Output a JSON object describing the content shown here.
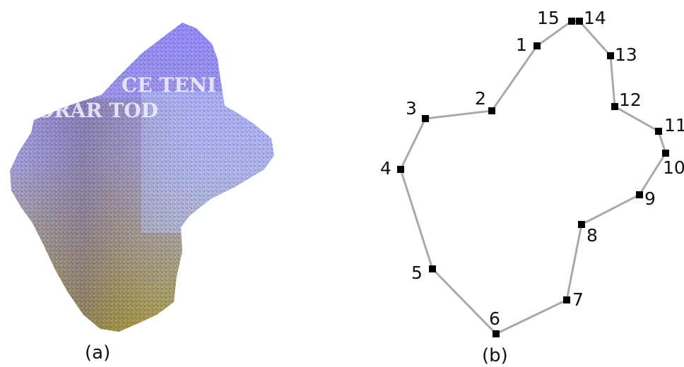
{
  "panel_a": {
    "caption": "(a)",
    "overlay_text_lines": [
      "CE TENI",
      "ORAR TOD"
    ],
    "colors": {
      "top": "#8f86ff",
      "middle": "#9f9bdc",
      "bottom": "#a89a36",
      "right_light": "#b7c4ff"
    }
  },
  "panel_b": {
    "caption": "(b)",
    "line_color": "#a9a9a9",
    "vertex_color": "#000000",
    "vertex_labels": [
      "1",
      "2",
      "3",
      "4",
      "5",
      "6",
      "7",
      "8",
      "9",
      "10",
      "11",
      "12",
      "13",
      "14",
      "15"
    ]
  }
}
